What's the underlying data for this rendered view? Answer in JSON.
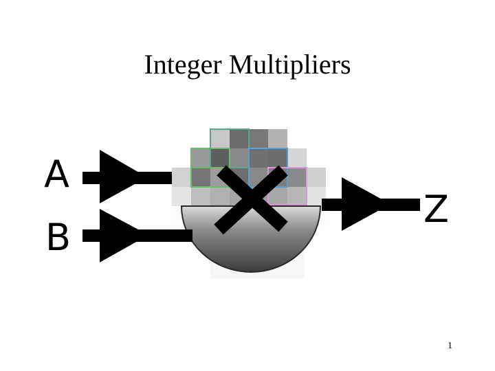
{
  "slide": {
    "title": "Integer Multipliers",
    "page_number": "1"
  },
  "diagram": {
    "input_a_label": "A",
    "input_b_label": "B",
    "output_label": "Z",
    "operator_symbol": "multiply-cross-icon",
    "colors": {
      "ink": "#000000",
      "body_dark": "#5a5a5a",
      "outline_green": "#6fb76f",
      "outline_teal": "#5aa48a",
      "outline_blue": "#5a9fd0",
      "outline_pink": "#d79ad7"
    }
  }
}
